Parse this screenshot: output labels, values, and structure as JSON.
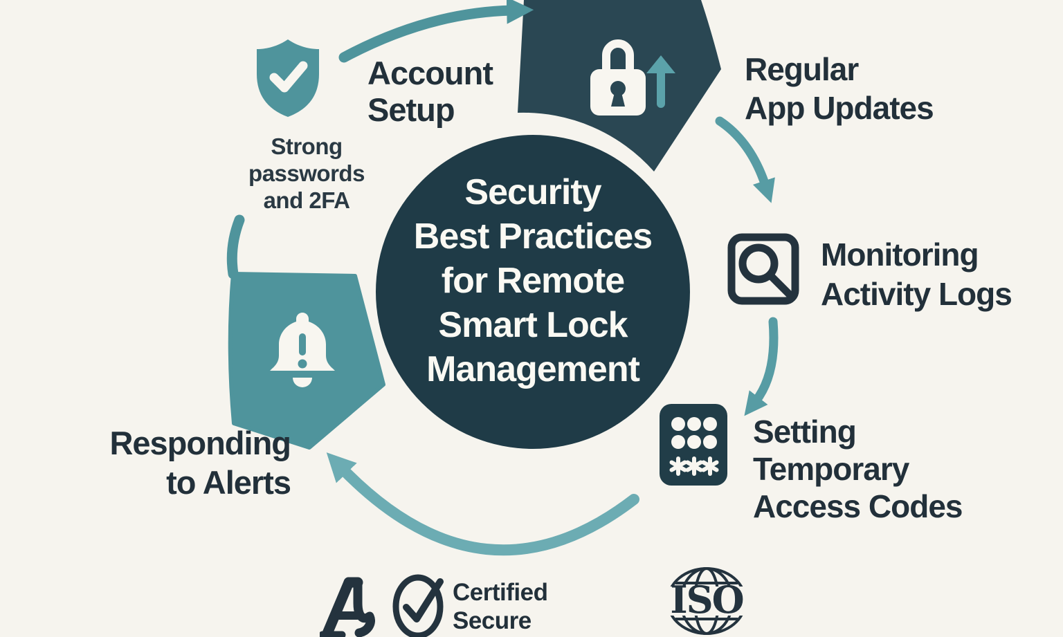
{
  "type": "cycle-infographic",
  "title": {
    "text": "Security Best Practices for Remote Smart Lock Management",
    "lines": [
      "Security",
      "Best Practices",
      "for Remote",
      "Smart Lock",
      "Management"
    ]
  },
  "steps": [
    {
      "id": "account-setup",
      "icon": "shield-check-icon",
      "label": "Account Setup",
      "label_lines": [
        "Account",
        "Setup"
      ],
      "note": "Strong passwords and 2FA",
      "note_lines": [
        "Strong",
        "passwords",
        "and 2FA"
      ]
    },
    {
      "id": "regular-app-updates",
      "icon": "lock-update-icon",
      "label": "Regular App Updates",
      "label_lines": [
        "Regular",
        "App Updates"
      ]
    },
    {
      "id": "monitoring-activity-logs",
      "icon": "activity-search-icon",
      "label": "Monitoring Activity Logs",
      "label_lines": [
        "Monitoring",
        "Activity Logs"
      ]
    },
    {
      "id": "setting-temporary-access-codes",
      "icon": "keypad-icon",
      "label": "Setting Temporary Access Codes",
      "label_lines": [
        "Setting",
        "Temporary",
        "Access Codes"
      ]
    },
    {
      "id": "responding-to-alerts",
      "icon": "alert-bell-icon",
      "label": "Responding to Alerts",
      "label_lines": [
        "Responding",
        "to Alerts"
      ]
    }
  ],
  "footer": {
    "brand_logo": "stylized-a-monogram",
    "certified": {
      "icon": "check-circle-icon",
      "label": "Certified Secure",
      "lines": [
        "Certified",
        "Secure"
      ]
    },
    "iso": {
      "icon": "globe-icon",
      "label": "ISO"
    }
  },
  "colors": {
    "background": "#F6F4EE",
    "dark_navy_circle": "#1F3B47",
    "dark_navy_wedge": "#2A4753",
    "teal": "#4F949C",
    "teal_arrow_light": "#6CACB3",
    "text_dark": "#22303A",
    "white": "#FAF9F3"
  }
}
